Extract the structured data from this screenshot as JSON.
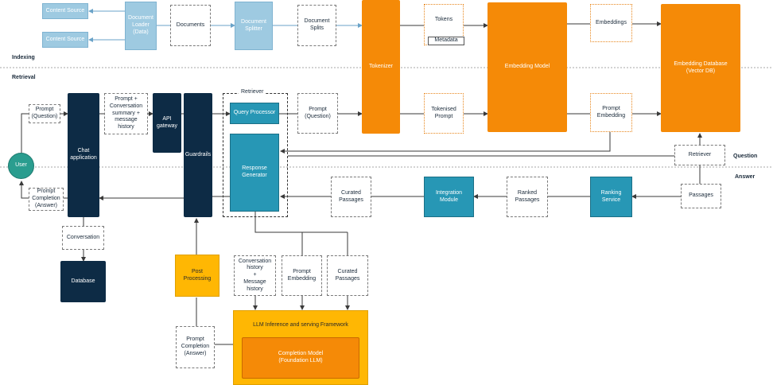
{
  "sections": {
    "indexing": "Indexing",
    "retrieval": "Retrieval",
    "question": "Question",
    "answer": "Answer"
  },
  "nodes": {
    "content_source_1": "Content Source",
    "content_source_2": "Content Source",
    "document_loader": "Document\nLoader\n(Data)",
    "documents": "Documents",
    "document_splitter": "Document\nSplitter",
    "document_splits": "Document\nSplits",
    "tokenizer": "Tokenizer",
    "tokens": "Tokens",
    "metadata": "Metadata",
    "embedding_model": "Embedding Model",
    "embeddings": "Embeddings",
    "embedding_database": "Embedding Database\n(Vector DB)",
    "prompt_question_left": "Prompt\n(Question)",
    "chat_application": "Chat\napplication",
    "prompt_conversation_summary": "Prompt +\nConversation\nsummary +\nmessage\nhistory",
    "api_gateway": "API\ngateway",
    "guardrails": "Guardrails",
    "retriever_region_label": "Retriever",
    "query_processor": "Query Processor",
    "prompt_question_mid": "Prompt\n(Question)",
    "tokenised_prompt": "Tokenised\nPrompt",
    "prompt_embedding_top": "Prompt\nEmbedding",
    "user": "User",
    "response_generator": "Response\nGenerator",
    "retriever": "Retriever",
    "prompt_completion_left": "Prompt\nCompletion\n(Answer)",
    "curated_passages_mid": "Curated\nPassages",
    "integration_module": "Integration\nModule",
    "ranked_passages": "Ranked\nPassages",
    "ranking_service": "Ranking\nService",
    "passages": "Passages",
    "conversation": "Conversation",
    "database": "Database",
    "post_processing": "Post\nProcessing",
    "conversation_history": "Conversation\nhistory\n+\nMessage\nhistory",
    "prompt_embedding_bottom": "Prompt\nEmbedding",
    "curated_passages_bottom": "Curated\nPassages",
    "llm_framework": "LLM Inference and serving Framework",
    "completion_model": "Completion Model\n(Foundation LLM)",
    "prompt_completion_bottom": "Prompt\nCompletion\n(Answer)"
  },
  "colors": {
    "light_blue": "#9ecae1",
    "orange": "#f58a07",
    "navy": "#0d2b45",
    "teal": "#2797b5",
    "yellow": "#ffb703",
    "green": "#2a9d8f"
  }
}
